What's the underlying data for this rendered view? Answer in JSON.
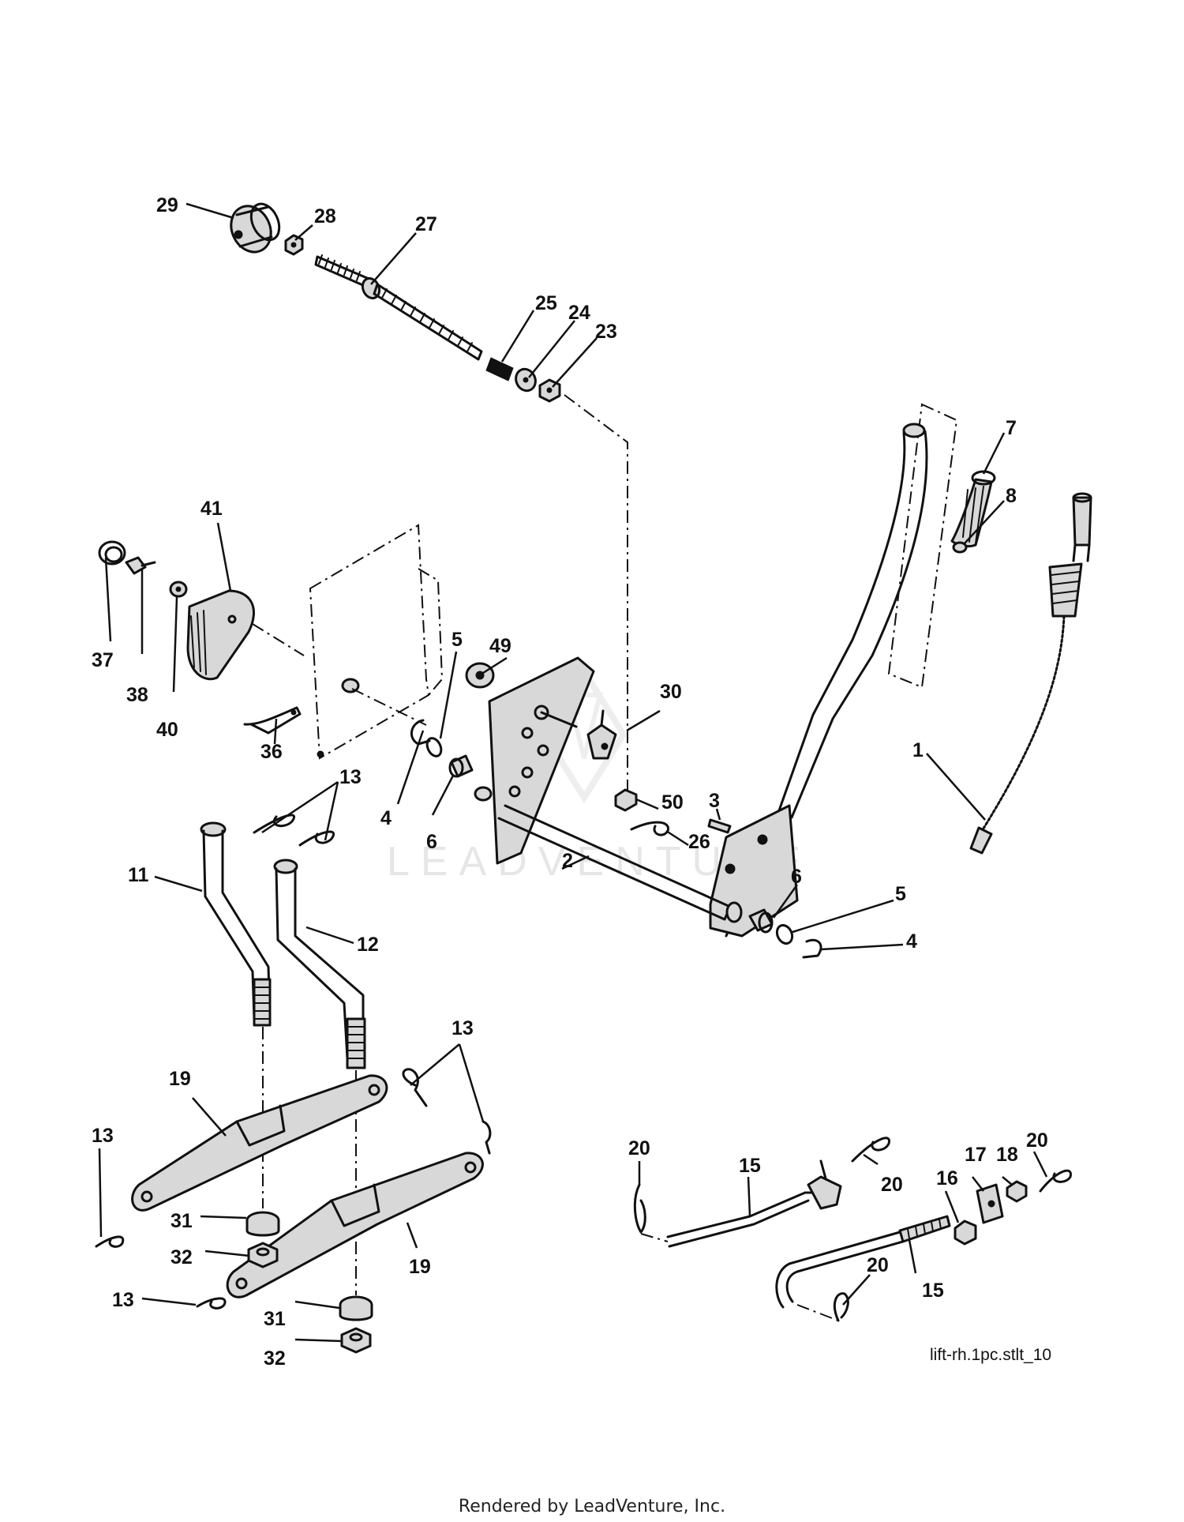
{
  "callouts": [
    {
      "label": "29"
    },
    {
      "label": "28"
    },
    {
      "label": "27"
    },
    {
      "label": "25"
    },
    {
      "label": "24"
    },
    {
      "label": "23"
    },
    {
      "label": "7"
    },
    {
      "label": "8"
    },
    {
      "label": "41"
    },
    {
      "label": "37"
    },
    {
      "label": "38"
    },
    {
      "label": "40"
    },
    {
      "label": "5"
    },
    {
      "label": "49"
    },
    {
      "label": "30"
    },
    {
      "label": "1"
    },
    {
      "label": "36"
    },
    {
      "label": "13"
    },
    {
      "label": "4"
    },
    {
      "label": "6"
    },
    {
      "label": "50"
    },
    {
      "label": "3"
    },
    {
      "label": "26"
    },
    {
      "label": "2"
    },
    {
      "label": "6"
    },
    {
      "label": "5"
    },
    {
      "label": "4"
    },
    {
      "label": "11"
    },
    {
      "label": "12"
    },
    {
      "label": "13"
    },
    {
      "label": "19"
    },
    {
      "label": "13"
    },
    {
      "label": "31"
    },
    {
      "label": "32"
    },
    {
      "label": "19"
    },
    {
      "label": "13"
    },
    {
      "label": "31"
    },
    {
      "label": "32"
    },
    {
      "label": "20"
    },
    {
      "label": "15"
    },
    {
      "label": "20"
    },
    {
      "label": "16"
    },
    {
      "label": "17"
    },
    {
      "label": "18"
    },
    {
      "label": "20"
    },
    {
      "label": "20"
    },
    {
      "label": "15"
    }
  ],
  "drawing_ref": "lift-rh.1pc.stlt_10",
  "watermark": "LEADVENTURE",
  "footer": "Rendered by LeadVenture, Inc."
}
